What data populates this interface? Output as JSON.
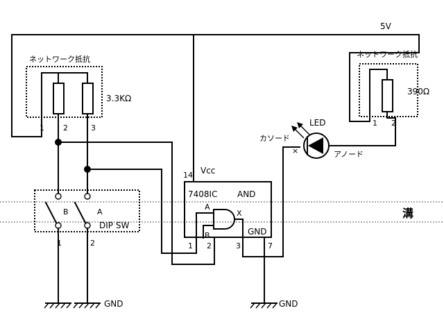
{
  "power": {
    "label": "5V"
  },
  "resnet_left": {
    "title": "ネットワーク抵抗",
    "value": "3.3KΩ",
    "pin1": "1",
    "pin2": "2",
    "pin3": "3"
  },
  "resnet_right": {
    "title": "ネットワーク抵抗",
    "value": "390Ω",
    "pin1": "1",
    "pin2": "2"
  },
  "led": {
    "label": "LED",
    "cathode": "カソード",
    "anode": "アノード",
    "mark": "×"
  },
  "ic": {
    "vcc_pin": "14",
    "vcc": "Vcc",
    "name": "7408IC",
    "gate": "AND",
    "in_a": "A",
    "in_b": "B",
    "out": "X",
    "gnd": "GND",
    "pin1": "1",
    "pin2": "2",
    "pin3": "3",
    "pin7": "7"
  },
  "dip": {
    "a": "A",
    "b": "B",
    "label": "DIP SW",
    "pin1": "1",
    "pin2": "2"
  },
  "groove": {
    "label": "溝"
  },
  "ground": {
    "left": "GND",
    "right": "GND"
  }
}
